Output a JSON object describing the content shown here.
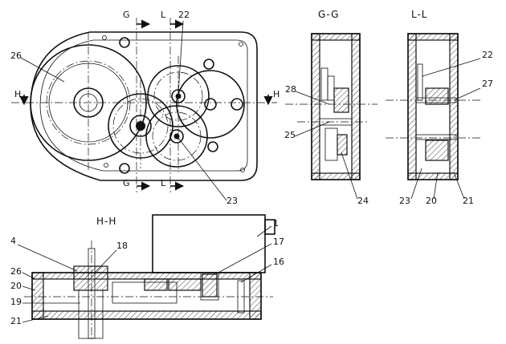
{
  "section_titles": {
    "gg": "G-G",
    "ll": "L-L",
    "hh": "H-H"
  },
  "cut_marks": {
    "g": "G",
    "l": "L",
    "h": "H"
  },
  "part_numbers": {
    "p1": "1",
    "p4": "4",
    "p16": "16",
    "p17": "17",
    "p18": "18",
    "p19": "19",
    "p20": "20",
    "p21": "21",
    "p22": "22",
    "p23": "23",
    "p24": "24",
    "p25": "25",
    "p26": "26",
    "p27": "27",
    "p28": "28"
  }
}
